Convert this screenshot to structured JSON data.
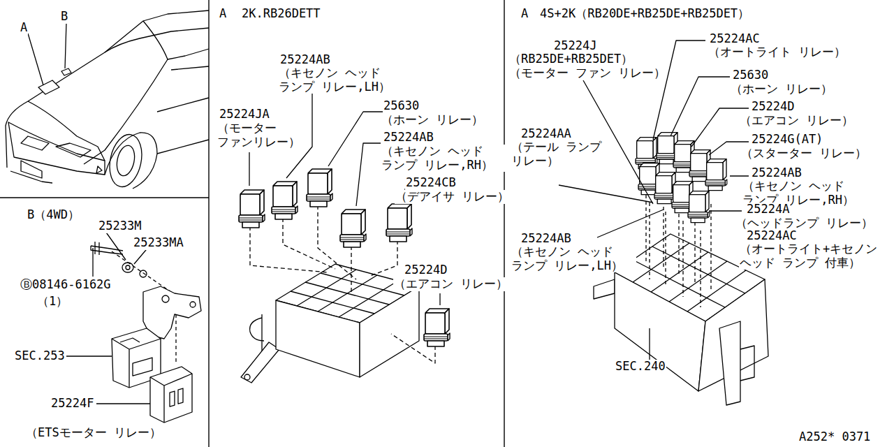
{
  "diagram": {
    "labels": [
      "A",
      "B",
      "B（4WD）",
      "25233M",
      "25233MA",
      "Ⓑ08146-6162G",
      "（1）",
      "SEC.253",
      "25224F",
      "（ETSモーター リレー）",
      "A",
      "2K.RB26DETT",
      "25224AB",
      "（キセノン ヘッド ランプ リレー,LH）",
      "25224JA",
      "（モーター ファンリレー）",
      "25630",
      "（ホーン リレー）",
      "25224AB",
      "（キセノン ヘッド ランプ リレー,RH）",
      "25224CB",
      "（デアイサ リレー）",
      "25224D",
      "（エアコン リレー）",
      "A",
      "4S+2K（RB20DE+RB25DE+RB25DET）",
      "25224J",
      "（RB25DE+RB25DET）",
      "（モーター ファン リレー）",
      "25224AC",
      "（オートライト リレー）",
      "25630",
      "（ホーン リレー）",
      "25224D",
      "（エアコン リレー）",
      "25224G(AT)",
      "（スターター リレー）",
      "25224AA",
      "（テール ランプ リレー）",
      "25224AB",
      "（キセノン ヘッド ランプ リレー,RH）",
      "25224A",
      "（ヘッドランプ リレー）",
      "25224AC",
      "（オートライト+キセノン ヘッド ランプ 付車）",
      "25224AB",
      "（キセノン ヘッド ランプ リレー,LH）",
      "SEC.240",
      "A252* 0371"
    ]
  }
}
